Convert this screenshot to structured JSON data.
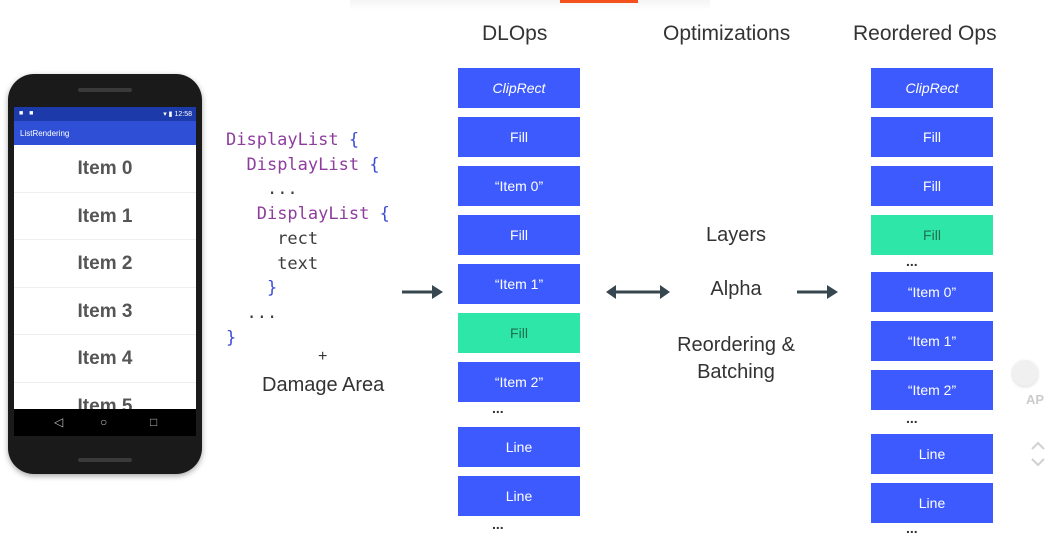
{
  "phone": {
    "status_time": "12:58",
    "app_title": "ListRendering",
    "items": [
      "Item 0",
      "Item 1",
      "Item 2",
      "Item 3",
      "Item 4",
      "Item 5"
    ],
    "nav": {
      "back": "◁",
      "home": "○",
      "recents": "□"
    }
  },
  "code": {
    "keyword": "DisplayList",
    "brace_open": "{",
    "brace_close": "}",
    "ellipsis": "...",
    "rect": "rect",
    "text": "text",
    "plus": "+",
    "damage_area": "Damage Area"
  },
  "dlops": {
    "heading": "DLOps",
    "ops": [
      {
        "label": "ClipRect",
        "style": "italic"
      },
      {
        "label": "Fill",
        "style": "normal"
      },
      {
        "label": "“Item 0”",
        "style": "normal"
      },
      {
        "label": "Fill",
        "style": "normal"
      },
      {
        "label": "“Item 1”",
        "style": "normal"
      },
      {
        "label": "Fill",
        "style": "teal"
      },
      {
        "label": "“Item 2”",
        "style": "normal"
      },
      {
        "label": "Line",
        "style": "normal"
      },
      {
        "label": "Line",
        "style": "normal"
      }
    ],
    "ellipsis": "..."
  },
  "optimizations": {
    "heading": "Optimizations",
    "layers": "Layers",
    "alpha": "Alpha",
    "reordering_line1": "Reordering &",
    "reordering_line2": "Batching"
  },
  "reordered": {
    "heading": "Reordered Ops",
    "ops": [
      {
        "label": "ClipRect",
        "style": "italic"
      },
      {
        "label": "Fill",
        "style": "normal"
      },
      {
        "label": "Fill",
        "style": "normal"
      },
      {
        "label": "Fill",
        "style": "teal"
      },
      {
        "label": "“Item 0”",
        "style": "normal"
      },
      {
        "label": "“Item 1”",
        "style": "normal"
      },
      {
        "label": "“Item 2”",
        "style": "normal"
      },
      {
        "label": "Line",
        "style": "normal"
      },
      {
        "label": "Line",
        "style": "normal"
      }
    ],
    "ellipsis": "..."
  },
  "side_label": "AP",
  "colors": {
    "op_blue": "#3d5afe",
    "op_teal": "#2ee6a8",
    "app_bar": "#2e4fd6",
    "keyword_purple": "#8e3d9e",
    "accent_orange": "#f4511e"
  }
}
